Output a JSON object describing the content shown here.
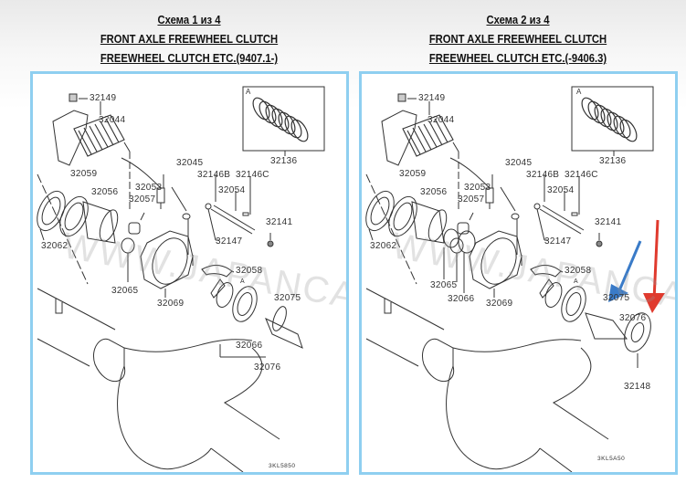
{
  "schemes": [
    {
      "header": "Схема 1 из 4",
      "title1": "FRONT AXLE FREEWHEEL CLUTCH",
      "title2": "FREEWHEEL CLUTCH ETC.(9407.1-)",
      "inset_label": "A",
      "code": "3KL5850",
      "watermark": "WWW.JAPANCATS.RU",
      "labels": [
        "32149",
        "32044",
        "32136",
        "32045",
        "32146B",
        "32146C",
        "32059",
        "32053",
        "32054",
        "32056",
        "32057",
        "32141",
        "32062",
        "32147",
        "32058",
        "32065",
        "32069",
        "32075",
        "32066",
        "32076",
        "A"
      ]
    },
    {
      "header": "Схема 2 из 4",
      "title1": "FRONT AXLE FREEWHEEL CLUTCH",
      "title2": "FREEWHEEL CLUTCH ETC.(-9406.3)",
      "inset_label": "A",
      "code": "3KL5A50",
      "watermark": "WWW.JAPANCATS.RU",
      "labels": [
        "32149",
        "32044",
        "32136",
        "32045",
        "32146B",
        "32146C",
        "32059",
        "32053",
        "32054",
        "32056",
        "32057",
        "32141",
        "32062",
        "32147",
        "32058",
        "32065",
        "32066",
        "32069",
        "32075",
        "32076",
        "32148",
        "A"
      ],
      "annotation_arrows": [
        {
          "color": "#3a7bc8"
        },
        {
          "color": "#e03a2e"
        }
      ]
    }
  ]
}
